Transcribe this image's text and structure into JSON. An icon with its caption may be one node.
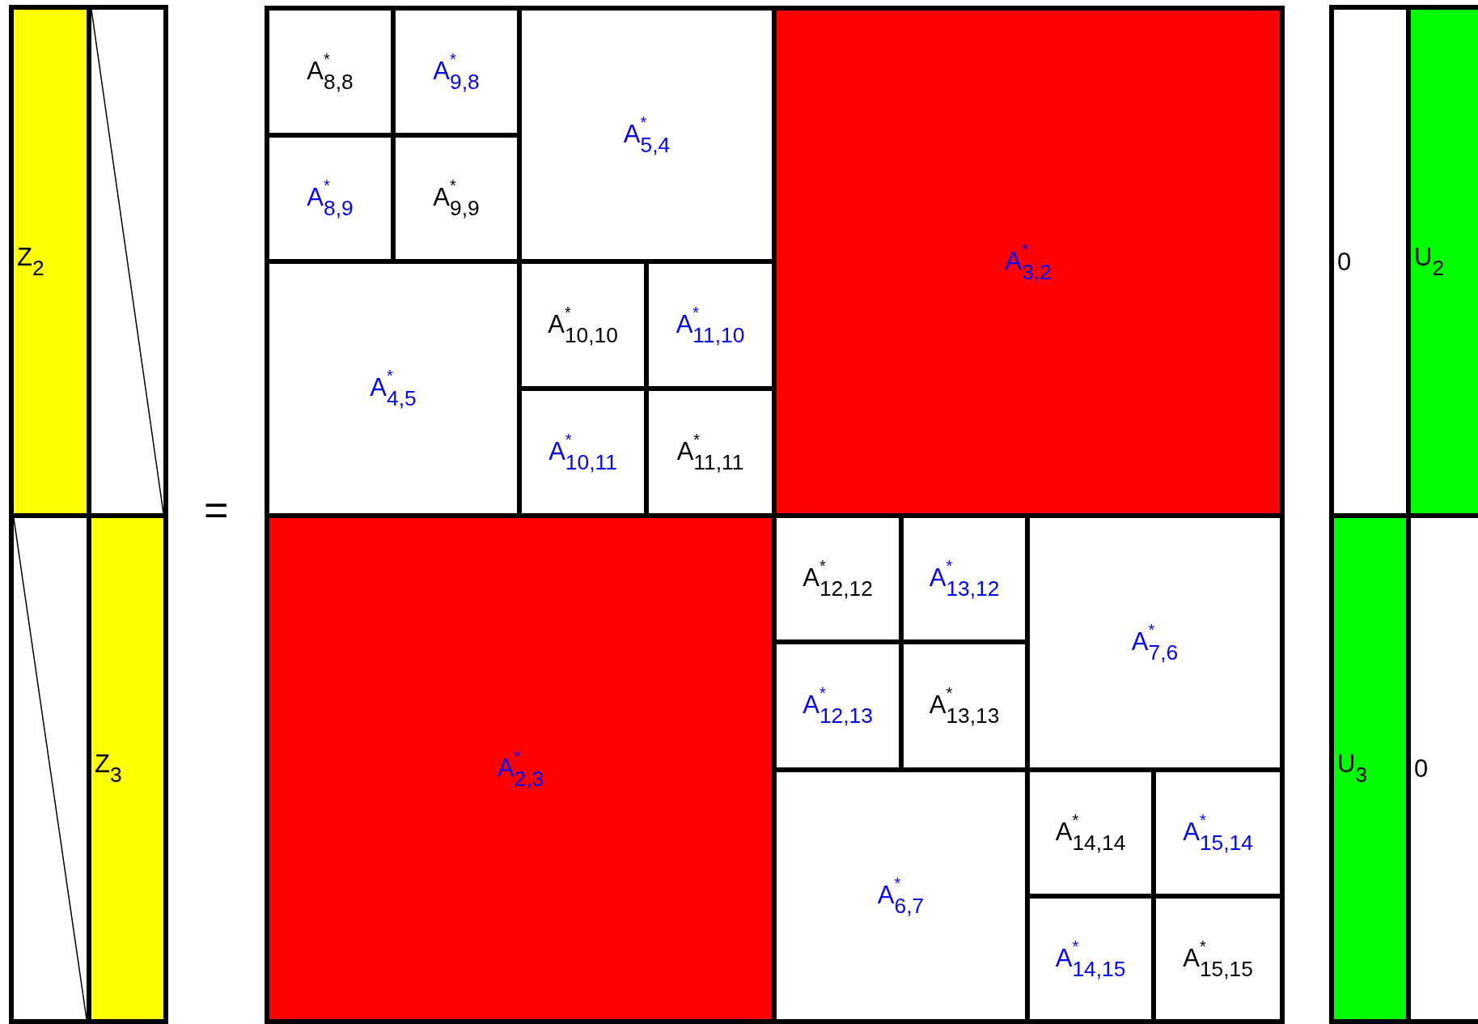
{
  "diagram": {
    "nodes": [
      {
        "text": [],
        "shape": "box"
      },
      {
        "text": [
          "Z$_{2}$"
        ],
        "in": 0
      },
      {
        "text": [],
        "shape": "box",
        "in": 0
      },
      {
        "text": [],
        "shape": "box",
        "in": 0
      },
      {
        "text": [
          "Z$_{3}$"
        ],
        "in": 0
      },
      {
        "text": [],
        "shape": "box"
      },
      {
        "text": [
          "A$^{*}$$_{8,8}$"
        ],
        "in": 5
      },
      {
        "text": [
          "A$^{*}$$_{9,8}$"
        ],
        "in": 5
      },
      {
        "text": [
          "A$^{*}$$_{5,4}$"
        ],
        "in": 5
      },
      {
        "text": [
          "A$^{*}$$_{3,2}$"
        ],
        "in": 5
      },
      {
        "text": [
          "A$^{*}$$_{8,9}$"
        ],
        "in": 5
      },
      {
        "text": [
          "A$^{*}$$_{9,9}$"
        ],
        "in": 5
      },
      {
        "text": [
          "A$^{*}$$_{4,5}$"
        ],
        "in": 5
      },
      {
        "text": [
          "A$^{*}$$_{10,10}$"
        ],
        "in": 5
      },
      {
        "text": [
          "A$^{*}$$_{11,10}$"
        ],
        "in": 5
      },
      {
        "text": [
          "A$^{*}$$_{10,11}$"
        ],
        "in": 5
      },
      {
        "text": [
          "A$^{*}$$_{11,11}$"
        ],
        "in": 5
      },
      {
        "text": [
          "A$^{*}$$_{2,3}$"
        ],
        "in": 5
      },
      {
        "text": [
          "A$^{*}$$_{12,12}$"
        ],
        "in": 5
      },
      {
        "text": [
          "A$^{*}$$_{13,12}$"
        ],
        "in": 5
      },
      {
        "text": [
          "A$^{*}$$_{7,6}$"
        ],
        "in": 5
      },
      {
        "text": [
          "A$^{*}$$_{12,13}$"
        ],
        "in": 5
      },
      {
        "text": [
          "A$^{*}$$_{13,13}$"
        ],
        "in": 5
      },
      {
        "text": [
          "A$^{*}$$_{6,7}$"
        ],
        "in": 5
      },
      {
        "text": [
          "A$^{*}$$_{14,14}$"
        ],
        "in": 5
      },
      {
        "text": [
          "A$^{*}$$_{15,14}$"
        ],
        "in": 5
      },
      {
        "text": [
          "A$^{*}$$_{14,15}$"
        ],
        "in": 5
      },
      {
        "text": [
          "A$^{*}$$_{15,15}$"
        ],
        "in": 5
      },
      {
        "text": [],
        "shape": "box"
      },
      {
        "text": [
          "0"
        ],
        "in": 28
      },
      {
        "text": [
          "U$_{2}$"
        ],
        "in": 28
      },
      {
        "text": [
          "U$_{3}$"
        ],
        "in": 28
      },
      {
        "text": [
          "0"
        ],
        "in": 28
      }
    ],
    "labels": [
      "="
    ]
  }
}
